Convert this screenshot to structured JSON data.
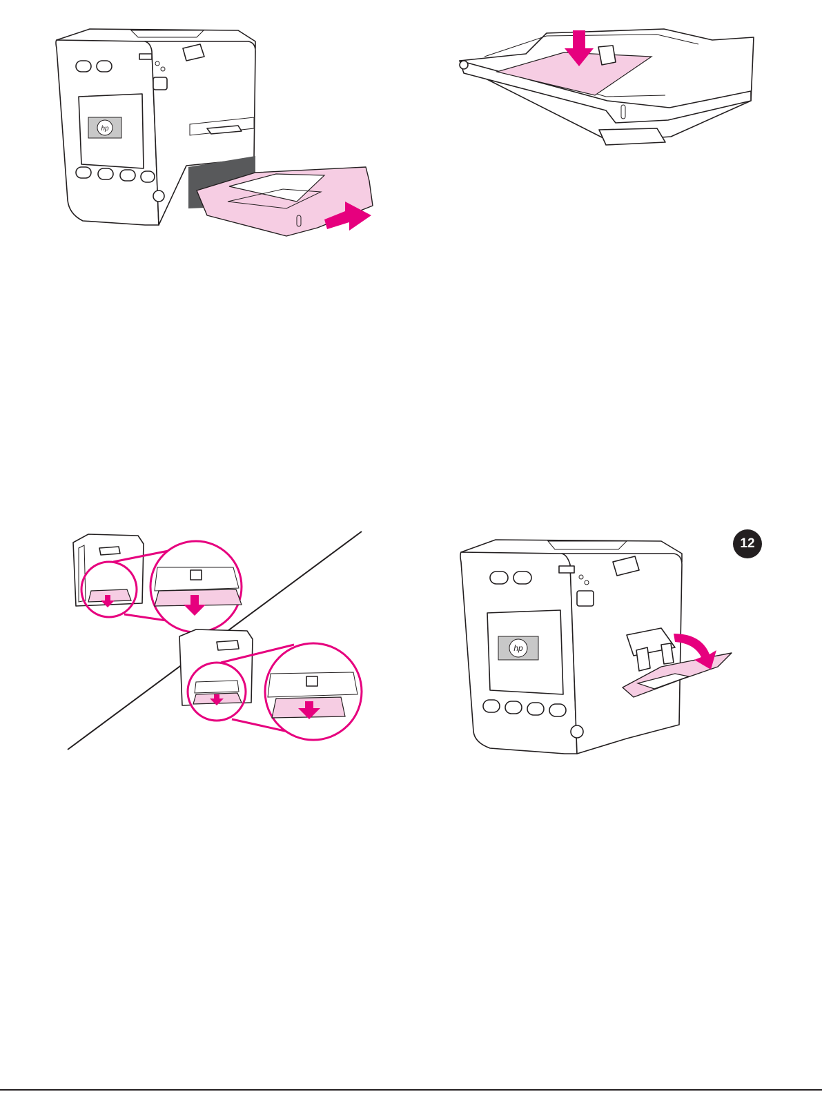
{
  "step": {
    "number": "12"
  },
  "logos": {
    "hp": "hp"
  },
  "colors": {
    "accent": "#e6007e",
    "paper_tint": "#f6cde3",
    "line": "#231f20"
  },
  "figures": [
    {
      "id": "insert-tray",
      "icon": "arrow-right-icon"
    },
    {
      "id": "load-paper-tray",
      "icon": "arrow-down-icon"
    },
    {
      "id": "open-tray-1-zoom",
      "icon": "arrow-down-icon"
    },
    {
      "id": "open-tray-1",
      "icon": "curved-arrow-icon"
    }
  ]
}
